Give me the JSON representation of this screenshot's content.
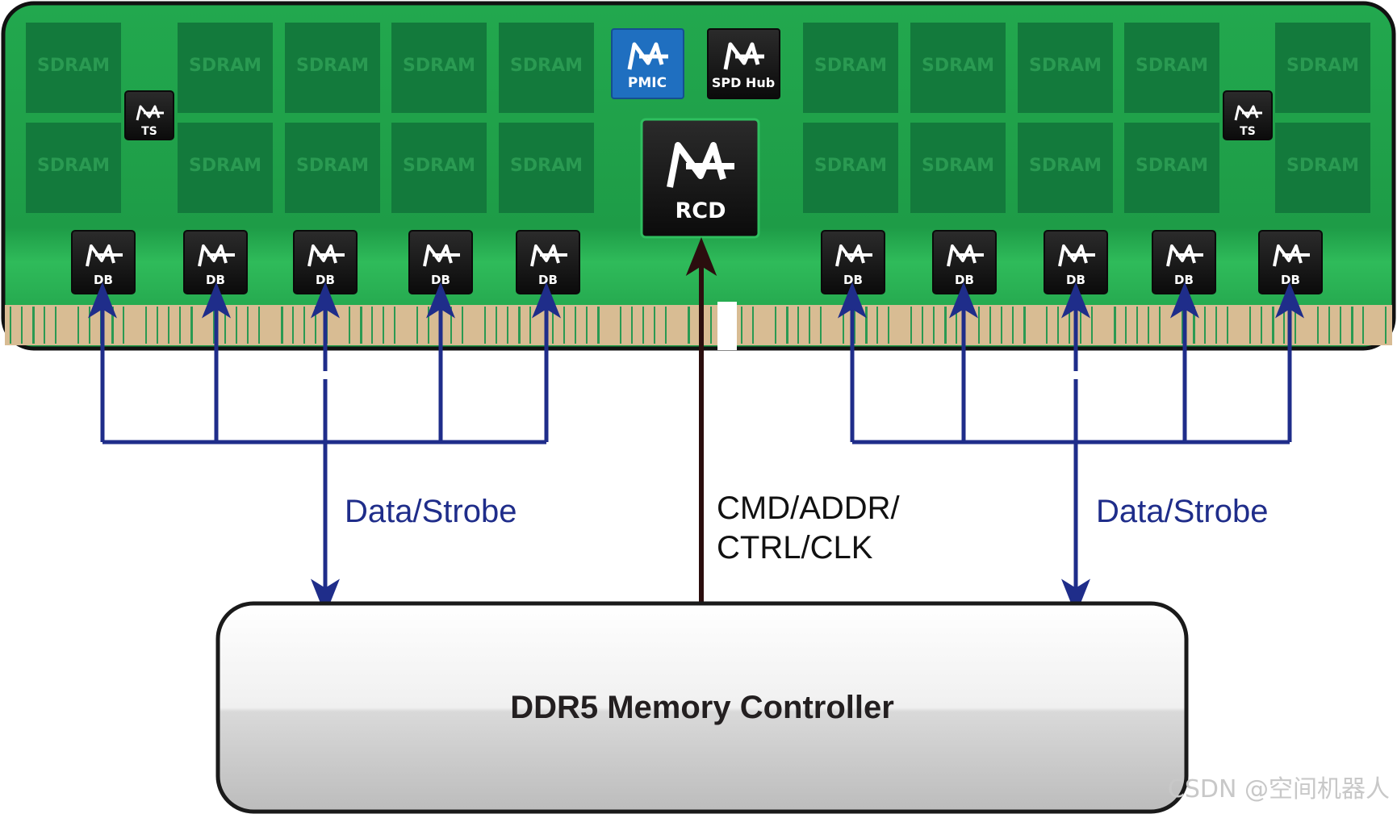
{
  "module": {
    "sdram_label": "SDRAM",
    "db_label": "DB",
    "ts_label": "TS",
    "pmic_label": "PMIC",
    "spd_label": "SPD Hub",
    "rcd_label": "RCD"
  },
  "signals": {
    "data_left": "Data/Strobe",
    "data_right": "Data/Strobe",
    "cmd_line1": "CMD/ADDR/",
    "cmd_line2": "CTRL/CLK"
  },
  "controller": {
    "label": "DDR5 Memory Controller"
  },
  "watermark": "CSDN @空间机器人",
  "colors": {
    "pcb": "#1fa24a",
    "sdram": "#137a3c",
    "chip": "#111111",
    "pmic": "#1f6fc0",
    "data_bus": "#1f2d8a",
    "cmd_bus": "#2b0e0e",
    "contacts": "#d8bc93"
  }
}
